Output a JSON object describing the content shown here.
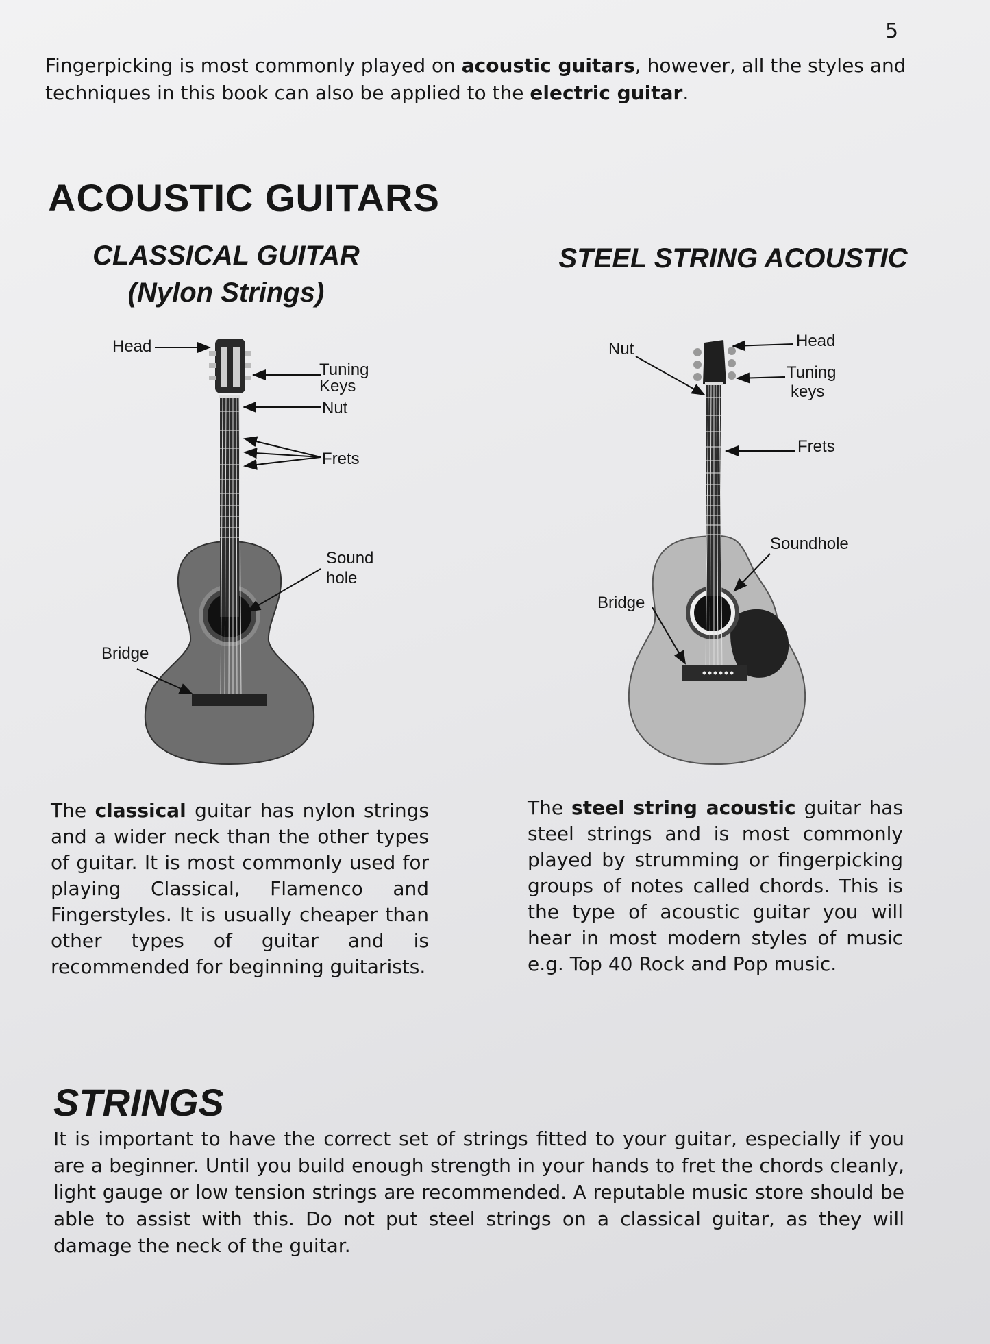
{
  "page_number": "5",
  "intro": {
    "pre": "Fingerpicking is most commonly played on ",
    "bold1": "acoustic guitars",
    "mid": ", however, all the styles and techniques in this book can also be applied to the ",
    "bold2": "electric guitar",
    "post": "."
  },
  "section_heading": "ACOUSTIC GUITARS",
  "classical": {
    "title_line1": "CLASSICAL GUITAR",
    "title_line2": "(Nylon Strings)",
    "labels": {
      "head": "Head",
      "tuning_keys_1": "Tuning",
      "tuning_keys_2": "Keys",
      "nut": "Nut",
      "frets": "Frets",
      "sound_hole_1": "Sound",
      "sound_hole_2": "hole",
      "bridge": "Bridge"
    },
    "desc_pre": "The ",
    "desc_bold": "classical",
    "desc_post": " guitar has nylon strings and a wider neck than the other types of guitar. It is most commonly used for playing Classical, Flamenco and Fingerstyles. It is usually cheaper than other types of guitar and is recommended for beginning guitarists."
  },
  "steel": {
    "title": "STEEL STRING ACOUSTIC",
    "labels": {
      "nut": "Nut",
      "head": "Head",
      "tuning_keys_1": "Tuning",
      "tuning_keys_2": "keys",
      "frets": "Frets",
      "soundhole": "Soundhole",
      "bridge": "Bridge"
    },
    "desc_pre": "The ",
    "desc_bold": "steel string acoustic",
    "desc_post": " guitar has steel strings and is most commonly played by strumming or fingerpicking groups of notes called chords. This is the type of acoustic guitar you will hear in most modern styles of music e.g. Top 40 Rock and Pop music."
  },
  "strings_section": {
    "title": "STRINGS",
    "text": "It is important to have the correct set of strings fitted to your guitar, especially if you are a beginner.  Until you build enough strength in your hands to fret the chords cleanly, light gauge or low tension strings are recommended.  A reputable music store should be able to assist with this.  Do not put steel strings on a classical guitar, as they will damage the neck of the guitar."
  },
  "colors": {
    "classical_body": "#6e6e6e",
    "steel_body": "#b9b9b9",
    "neck": "#2c2c2c",
    "pickguard": "#222222"
  }
}
